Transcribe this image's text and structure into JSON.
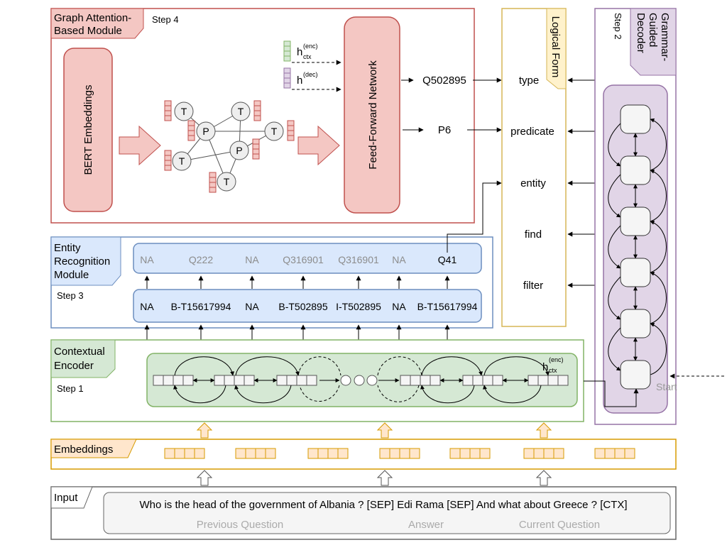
{
  "graph_module": {
    "title_line1": "Graph Attention-",
    "title_line2": "Based Module",
    "step": "Step 4",
    "bert": "BERT Embeddings",
    "ffn": "Feed-Forward Network",
    "h_label": "h",
    "enc_sup": "(enc)",
    "ctx_sub": "ctx",
    "dec_sup": "(dec)",
    "node_t": "T",
    "node_p": "P",
    "out_type": "Q502895",
    "out_pred": "P6"
  },
  "logical_form": {
    "title": "Logical Form",
    "items": [
      "type",
      "predicate",
      "entity",
      "find",
      "filter"
    ]
  },
  "decoder": {
    "title_line1": "Grammar-",
    "title_line2": "Guided",
    "title_line3": "Decoder",
    "step": "Step 2",
    "start": "Start"
  },
  "entity_module": {
    "title_line1": "Entity",
    "title_line2": "Recognition",
    "title_line3": "Module",
    "step": "Step 3",
    "ids": [
      "NA",
      "Q222",
      "NA",
      "Q316901",
      "Q316901",
      "NA",
      "Q41"
    ],
    "tags": [
      "NA",
      "B-T15617994",
      "NA",
      "B-T502895",
      "I-T502895",
      "NA",
      "B-T15617994"
    ]
  },
  "encoder": {
    "title_line1": "Contextual",
    "title_line2": "Encoder",
    "step": "Step 1",
    "h_label": "h",
    "enc_sup": "(enc)",
    "ctx_sub": "ctx"
  },
  "embeddings": {
    "title": "Embeddings"
  },
  "input": {
    "title": "Input",
    "text": "Who is the head of the government of Albania ? [SEP] Edi Rama [SEP] And what about Greece ? [CTX]",
    "seg_prev": "Previous Question",
    "seg_answer": "Answer",
    "seg_current": "Current Question"
  },
  "colors": {
    "graph_red": "#c0504d",
    "red_fill": "#f4c7c3",
    "logical_yellow": "#d6b656",
    "logical_fill": "#fff2cc",
    "decoder_purple": "#9673a6",
    "decoder_fill": "#e1d5e7",
    "entity_blue": "#6c8ebf",
    "entity_fill": "#dae8fc",
    "encoder_green": "#82b366",
    "encoder_fill": "#d5e8d4",
    "embed_orange": "#d79b00",
    "embed_fill": "#ffe6cc",
    "input_gray": "#666666"
  }
}
